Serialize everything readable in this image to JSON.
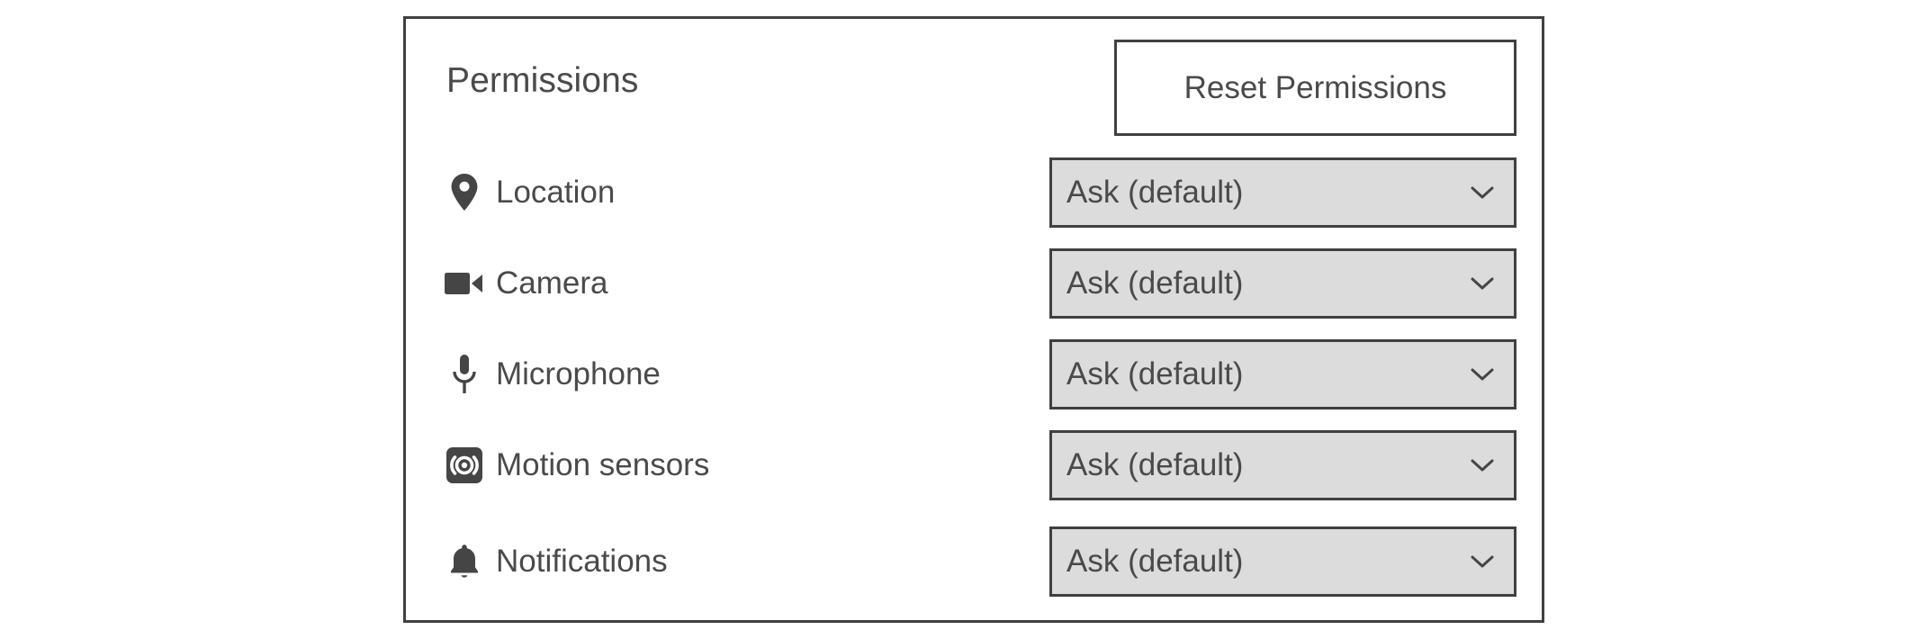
{
  "panel": {
    "title": "Permissions",
    "reset_button_label": "Reset Permissions",
    "border_color": "#404040",
    "background_color": "#ffffff",
    "text_color": "#4a4a4a"
  },
  "select_style": {
    "background_color": "#dcdcdc",
    "border_color": "#404040",
    "chevron_icon": "chevron-down-icon"
  },
  "permissions": [
    {
      "label": "Location",
      "icon": "location-pin-icon",
      "value": "Ask (default)"
    },
    {
      "label": "Camera",
      "icon": "videocam-icon",
      "value": "Ask (default)"
    },
    {
      "label": "Microphone",
      "icon": "microphone-icon",
      "value": "Ask (default)"
    },
    {
      "label": "Motion sensors",
      "icon": "motion-sensors-icon",
      "value": "Ask (default)"
    },
    {
      "label": "Notifications",
      "icon": "bell-icon",
      "value": "Ask (default)"
    }
  ]
}
